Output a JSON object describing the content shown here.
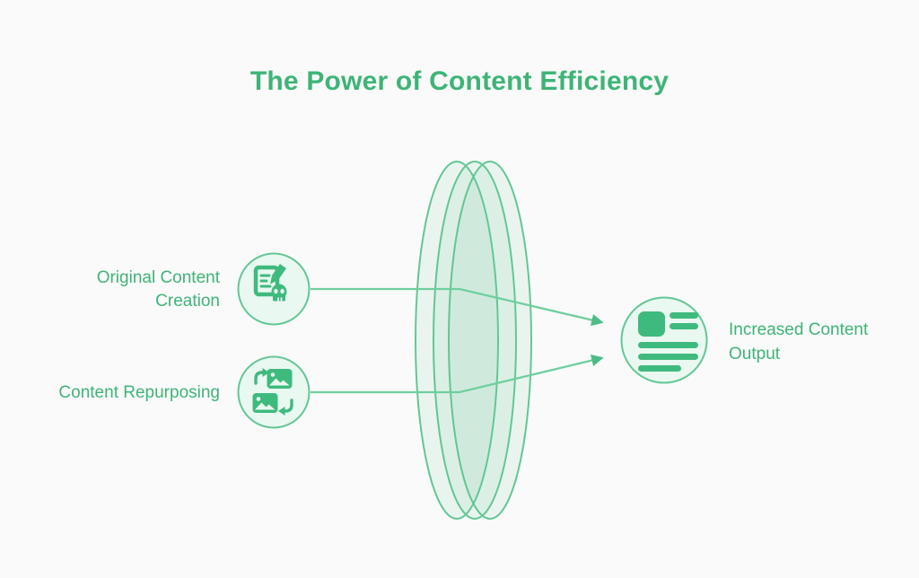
{
  "title": "The Power of Content Efficiency",
  "diagram": {
    "inputs": [
      {
        "label": "Original Content Creation",
        "icon": "document-pencil-skull-icon"
      },
      {
        "label": "Content Repurposing",
        "icon": "images-swap-icon"
      }
    ],
    "lens": {
      "icon": "convex-lens-3d-icon"
    },
    "output": {
      "label": "Increased Content Output",
      "icon": "article-layout-icon"
    }
  },
  "colors": {
    "bg": "#fafafa",
    "text": "#3eb477",
    "glyph": "#3fba7e",
    "stroke": "#63c795",
    "line": "#6fcf9f",
    "arrow": "#4cbd86",
    "circleFill": "#e9f8f0",
    "lensFill": "#5ec795"
  }
}
